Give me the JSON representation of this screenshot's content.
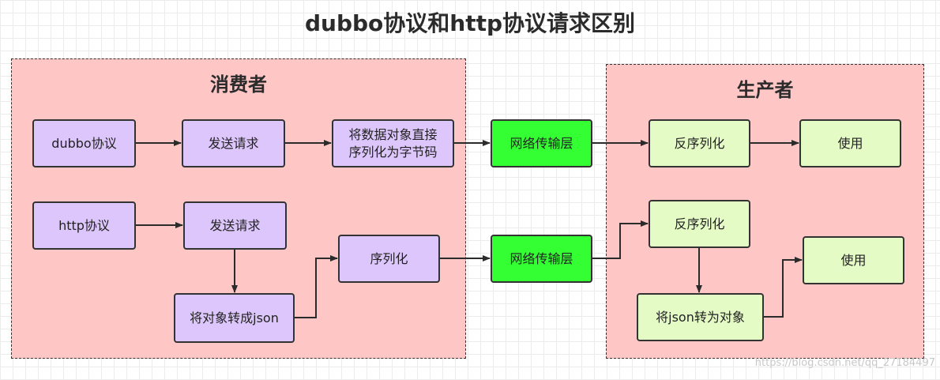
{
  "title": "dubbo协议和http协议请求区别",
  "consumer": {
    "label": "消费者",
    "dubbo_protocol": "dubbo协议",
    "dubbo_send": "发送请求",
    "dubbo_serialize": "将数据对象直接序列化为字节码",
    "http_protocol": "http协议",
    "http_send": "发送请求",
    "to_json": "将对象转成json",
    "serialize": "序列化"
  },
  "network": {
    "layer_top": "网络传输层",
    "layer_bottom": "网络传输层"
  },
  "producer": {
    "label": "生产者",
    "deserialize_top": "反序列化",
    "use_top": "使用",
    "deserialize_bottom": "反序列化",
    "json_to_object": "将json转为对象",
    "use_bottom": "使用"
  },
  "watermark": "https://blog.csdn.net/qq_27184497",
  "colors": {
    "group_fill": "#ffc6c6",
    "consumer_box": "#ddc6fb",
    "network_box": "#33ff33",
    "producer_box": "#e4fbc5"
  }
}
